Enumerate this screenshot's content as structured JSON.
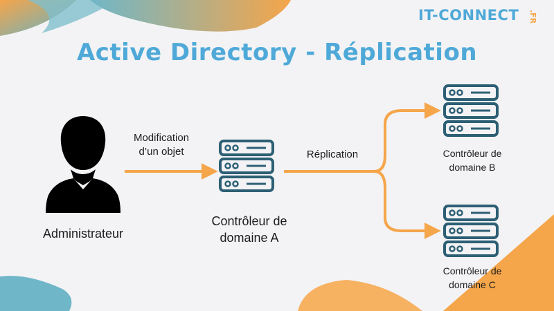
{
  "colors": {
    "title": "#4fa9d8",
    "brand": "#4fa9d8",
    "orange": "#f5a54a",
    "server": "#2d5f74",
    "user": "#000000"
  },
  "title": "Active Directory - Réplication",
  "logo": {
    "main": "IT-CONNECT",
    "suffix": ".FR"
  },
  "nodes": {
    "admin": {
      "label": "Administrateur",
      "icon": "user-icon"
    },
    "dc_a": {
      "label_line1": "Contrôleur de",
      "label_line2": "domaine A",
      "icon": "server-icon"
    },
    "dc_b": {
      "label_line1": "Contrôleur de",
      "label_line2": "domaine B",
      "icon": "server-icon"
    },
    "dc_c": {
      "label_line1": "Contrôleur de",
      "label_line2": "domaine C",
      "icon": "server-icon"
    }
  },
  "edges": {
    "modification": {
      "line1": "Modification",
      "line2": "d’un objet"
    },
    "replication": {
      "label": "Réplication"
    }
  }
}
